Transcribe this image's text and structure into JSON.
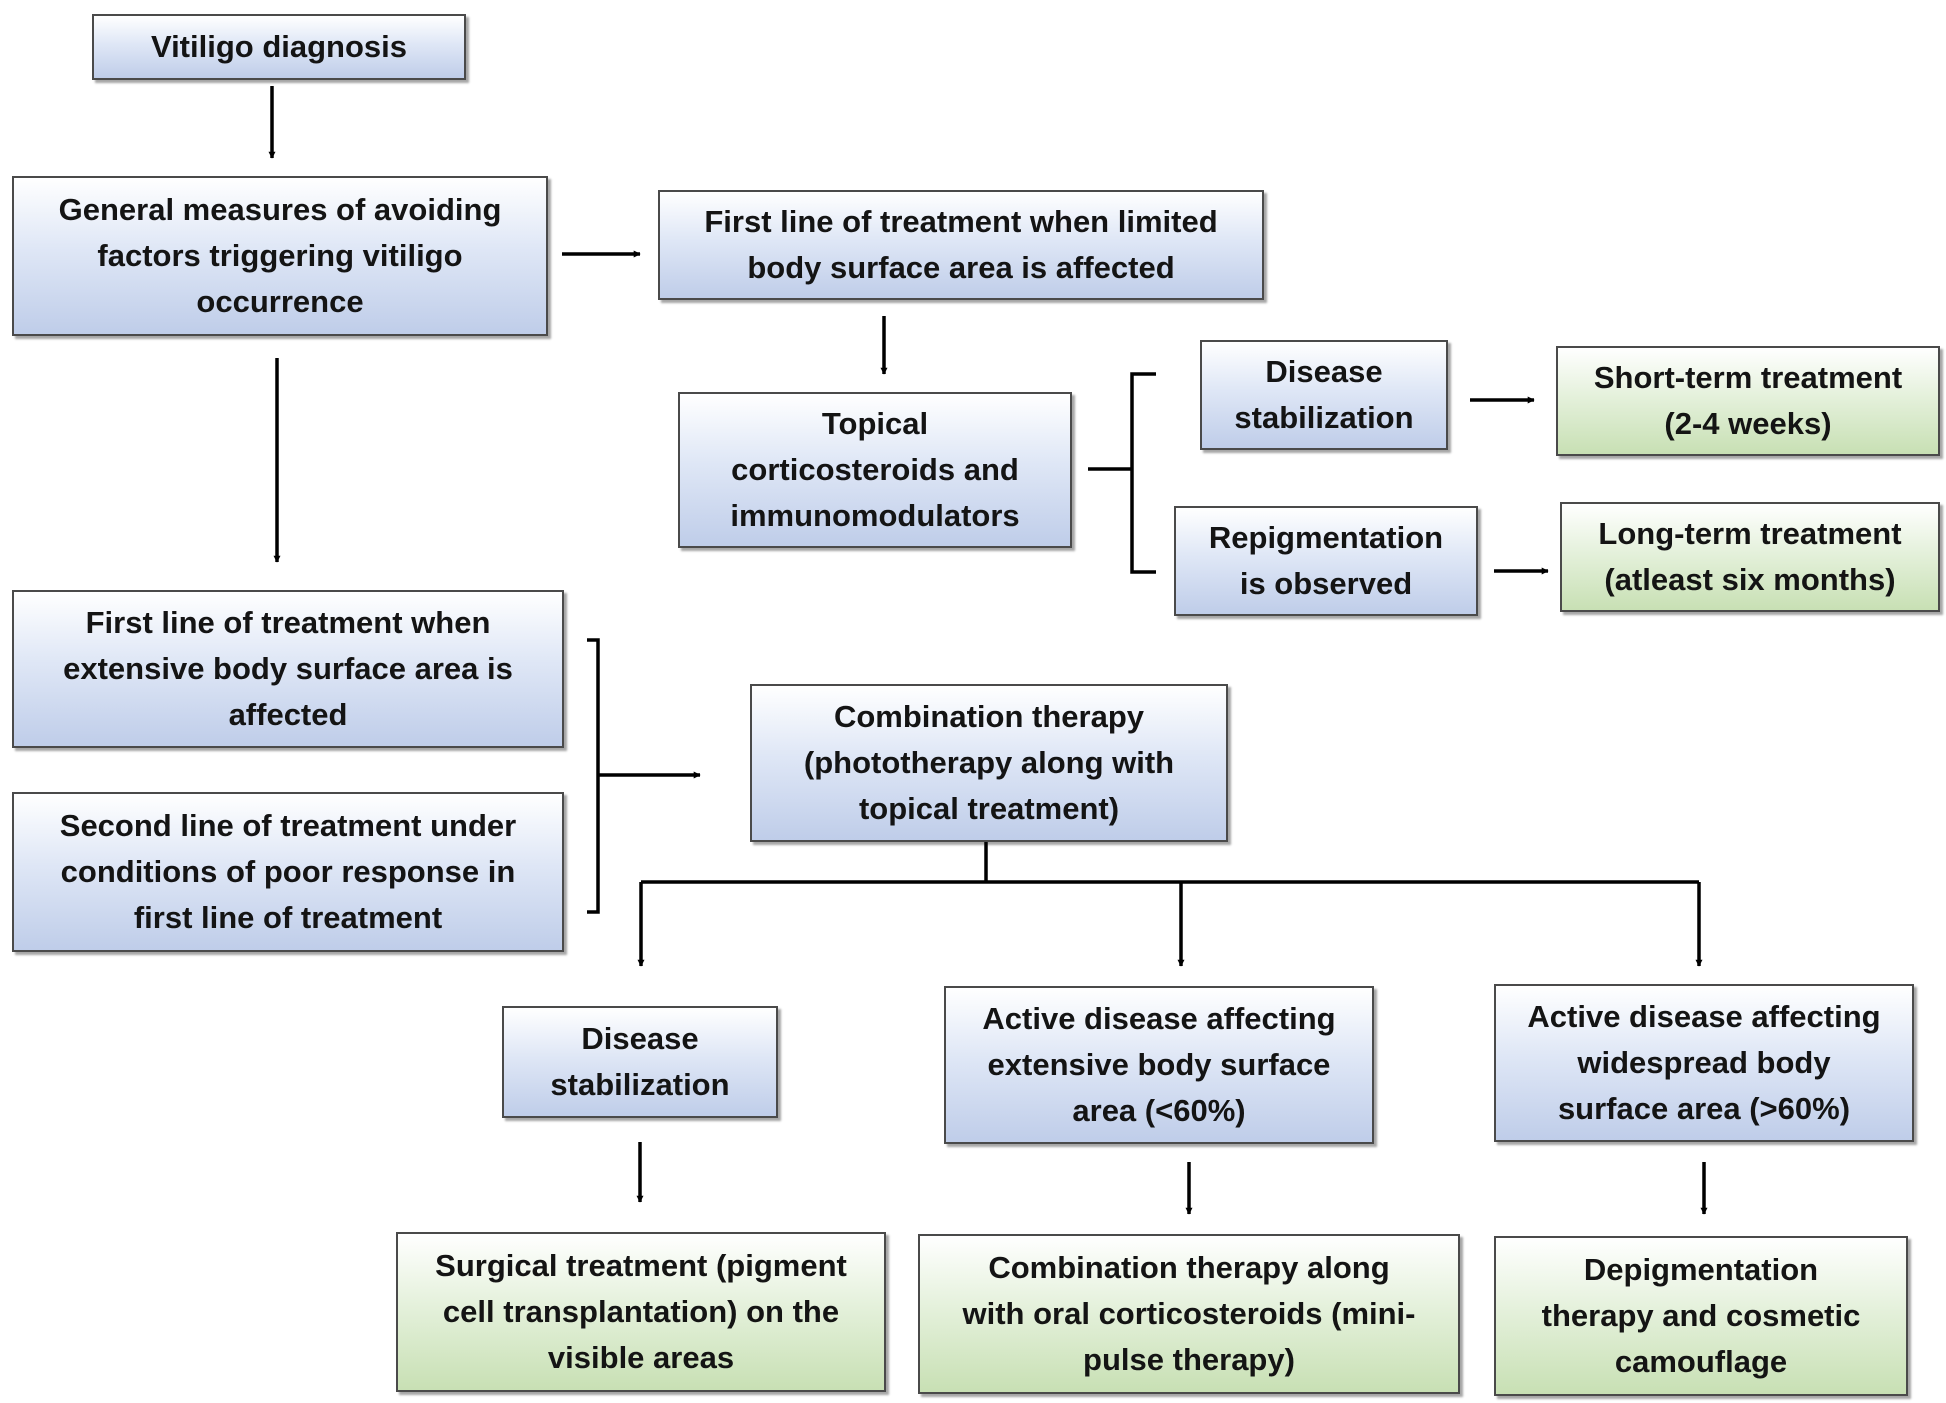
{
  "colors": {
    "blue_fill": "#c8d5ee",
    "green_fill": "#d2e6c2",
    "border": "#4a4a4a",
    "line": "#000000"
  },
  "nodes": {
    "diagnosis": "Vitiligo diagnosis",
    "general_measures": "General measures of avoiding\nfactors triggering vitiligo\noccurrence",
    "first_line_limited": "First line of treatment when limited\nbody surface area is affected",
    "topical": "Topical\ncorticosteroids and\nimmunomodulators",
    "stabilization_top": "Disease\nstabilization",
    "repigmentation": "Repigmentation\nis observed",
    "short_term": "Short-term treatment\n(2-4 weeks)",
    "long_term": "Long-term treatment\n(atleast six months)",
    "first_line_extensive": "First line of treatment when\nextensive body surface area is\naffected",
    "second_line": "Second line of treatment under\nconditions of poor response in\nfirst line of treatment",
    "combination": "Combination therapy\n(phototherapy along with\ntopical treatment)",
    "stabilization_bottom": "Disease\nstabilization",
    "active_extensive": "Active disease affecting\nextensive body surface\narea (<60%)",
    "active_widespread": "Active disease affecting\nwidespread body\nsurface area (>60%)",
    "surgical": "Surgical treatment (pigment\ncell transplantation) on the\nvisible areas",
    "combination_oral": "Combination therapy along\nwith oral corticosteroids (mini-\npulse therapy)",
    "depigmentation": "Depigmentation\ntherapy and cosmetic\ncamouflage"
  }
}
